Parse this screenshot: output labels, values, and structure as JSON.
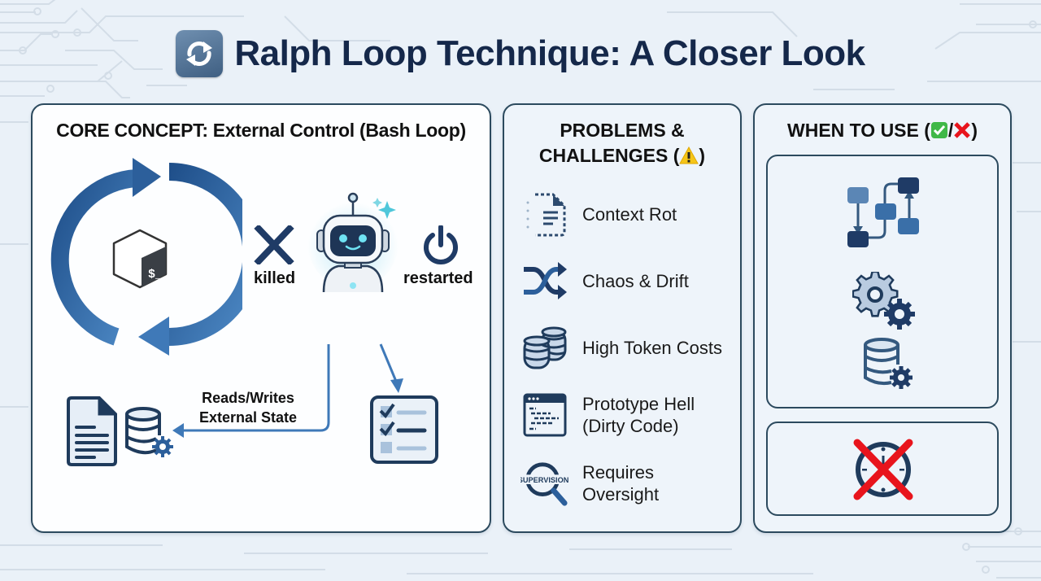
{
  "title": {
    "icon": "refresh-icon",
    "text": "Ralph Loop Technique: A Closer Look"
  },
  "core": {
    "heading": "CORE CONCEPT: External Control (Bash Loop)",
    "loop_icon": "circular-arrows-icon",
    "bash_icon": "bash-terminal-icon",
    "bash_prompt": "$_",
    "killed_icon": "x-icon",
    "killed_label": "killed",
    "agent_icon": "robot-icon",
    "restarted_icon": "power-icon",
    "restarted_label": "restarted",
    "state_label_line1": "Reads/Writes",
    "state_label_line2": "External State",
    "state_icons": [
      "document-icon",
      "database-gear-icon"
    ],
    "task_icon": "checklist-icon"
  },
  "problems": {
    "heading_line1": "PROBLEMS &",
    "heading_line2": "CHALLENGES (",
    "heading_emoji": "⚠️",
    "heading_close": ")",
    "items": [
      {
        "icon": "fading-document-icon",
        "label": "Context Rot"
      },
      {
        "icon": "shuffle-icon",
        "label": "Chaos & Drift"
      },
      {
        "icon": "coin-stacks-icon",
        "label": "High Token Costs"
      },
      {
        "icon": "code-window-icon",
        "label": "Prototype Hell",
        "label2": "(Dirty Code)"
      },
      {
        "icon": "magnifier-icon",
        "icon_text": "SUPERVISION",
        "label": "Requires",
        "label2": "Oversight"
      }
    ]
  },
  "when": {
    "heading_prefix": "WHEN TO USE (",
    "good_emoji": "✅",
    "separator": "/",
    "bad_emoji": "❌",
    "heading_suffix": ")",
    "good_icons": [
      "workflow-icon",
      "gears-icon",
      "database-gear-icon"
    ],
    "bad_icons": [
      "crossed-out-clock-icon"
    ]
  },
  "colors": {
    "title": "#15284a",
    "accent_blue": "#3a6fa8",
    "dark_navy": "#1f3b5c",
    "border": "#2c4a5e",
    "red": "#e8141c",
    "green": "#3fb847",
    "warning": "#f5c518"
  }
}
